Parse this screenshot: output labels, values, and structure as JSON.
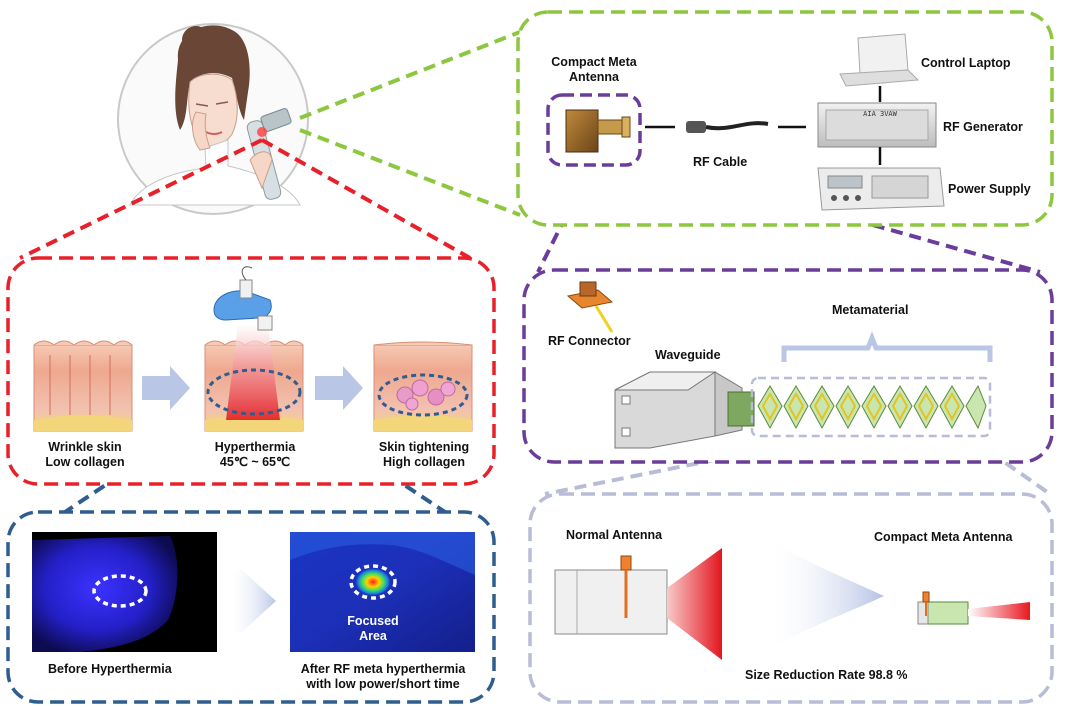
{
  "setup": {
    "compact_meta_antenna": [
      "Compact Meta",
      "Antenna"
    ],
    "control_laptop": "Control Laptop",
    "rf_generator": "RF Generator",
    "rf_cable": "RF Cable",
    "power_supply": "Power Supply"
  },
  "skin": {
    "wrinkle": [
      "Wrinkle skin",
      "Low collagen"
    ],
    "hyperthermia": [
      "Hyperthermia",
      "45℃ ~ 65℃"
    ],
    "tightening": [
      "Skin tightening",
      "High collagen"
    ]
  },
  "thermal": {
    "before": "Before Hyperthermia",
    "after": [
      "After RF meta hyperthermia",
      "with low power/short time"
    ],
    "focused": [
      "Focused",
      "Area"
    ]
  },
  "antenna": {
    "rf_connector": "RF Connector",
    "waveguide": "Waveguide",
    "metamaterial": "Metamaterial"
  },
  "comparison": {
    "normal": "Normal Antenna",
    "compact": "Compact Meta Antenna",
    "reduction": "Size Reduction Rate 98.8 %"
  },
  "colors": {
    "green": "#8dc63f",
    "red": "#e8202a",
    "purple": "#6a3d9a",
    "blue": "#2f5d8f",
    "lavender": "#b8bcd6"
  }
}
